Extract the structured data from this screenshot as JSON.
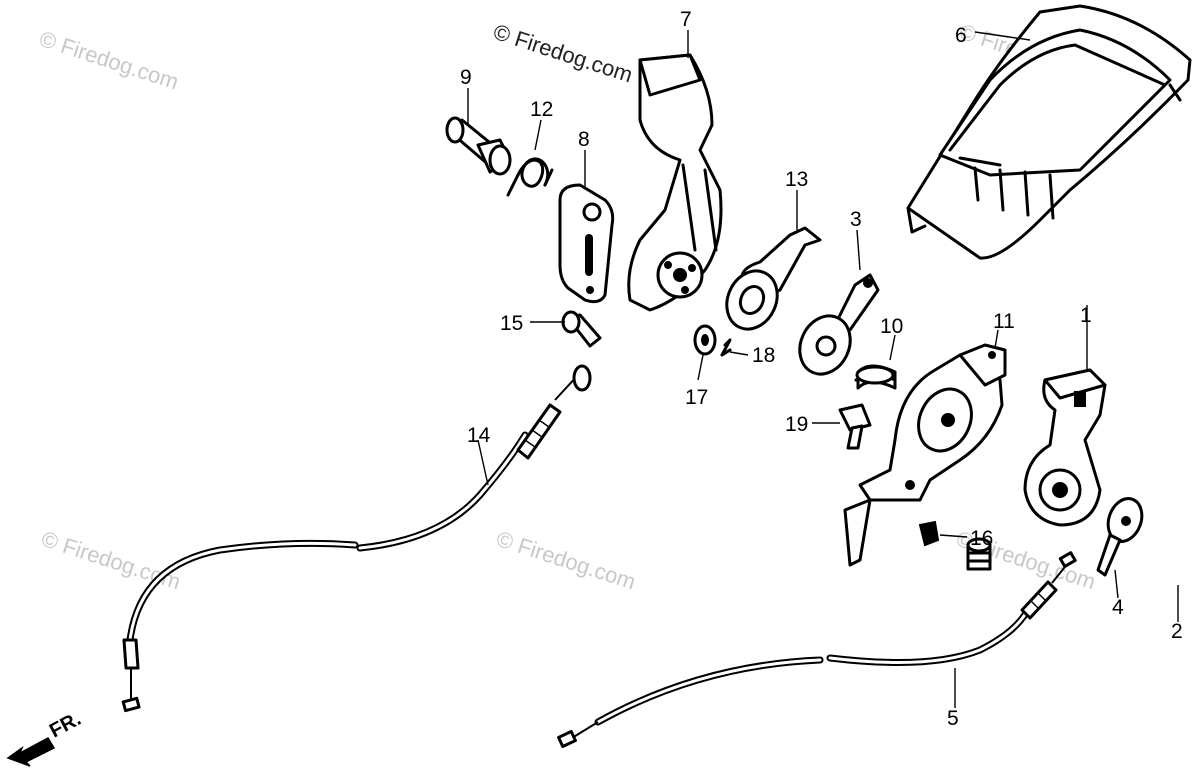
{
  "watermark": {
    "main": "© Firedog.com",
    "faint": "© Firedog.com"
  },
  "direction_label": "FR.",
  "callouts": {
    "p1": "1",
    "p2": "2",
    "p3": "3",
    "p4": "4",
    "p5": "5",
    "p6": "6",
    "p7": "7",
    "p8": "8",
    "p9": "9",
    "p10": "10",
    "p11": "11",
    "p12": "12",
    "p13": "13",
    "p14": "14",
    "p15": "15",
    "p16": "16",
    "p17": "17",
    "p18": "18",
    "p19": "19"
  }
}
